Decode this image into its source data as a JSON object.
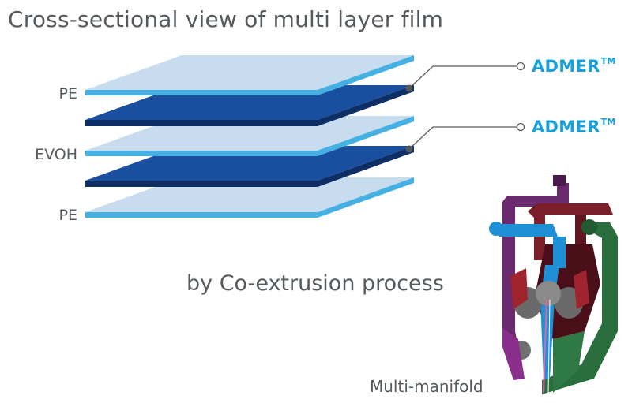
{
  "title": "Cross-sectional view of multi layer film",
  "layer_labels": {
    "pe_top": "PE",
    "evoh": "EVOH",
    "pe_bottom": "PE"
  },
  "callouts": {
    "admer_1": {
      "name": "ADMER",
      "mark": "TM"
    },
    "admer_2": {
      "name": "ADMER",
      "mark": "TM"
    }
  },
  "process_label": "by Co-extrusion process",
  "manifold_label": "Multi-manifold",
  "colors": {
    "pe_light": "#c8dcf0",
    "pe_edge": "#47b0e3",
    "admer_dark": "#1a4fa0",
    "admer_edge": "#0e2f66",
    "accent_text": "#1aa0d8",
    "text_gray": "#555a5f",
    "manifold_purple": "#6b2a6d",
    "manifold_maroon": "#7a1f2a",
    "manifold_green": "#2a6e3e",
    "manifold_blue": "#1f8fd6",
    "manifold_gray": "#6a6a6a"
  }
}
